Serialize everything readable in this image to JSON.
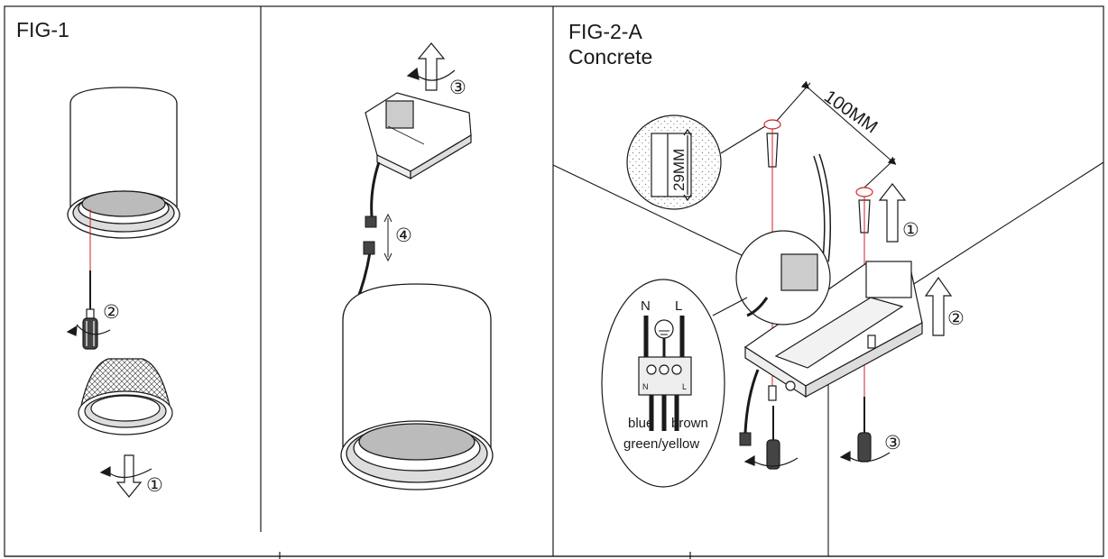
{
  "fig1": {
    "title": "FIG-1",
    "steps": [
      "①",
      "②"
    ]
  },
  "fig1b": {
    "steps": [
      "③",
      "④"
    ]
  },
  "fig2": {
    "title": "FIG-2-A",
    "subtitle": "Concrete",
    "spacing": "100MM",
    "depth": "29MM",
    "steps": [
      "①",
      "②",
      "③"
    ],
    "wiring": {
      "n": "N",
      "l": "L",
      "blue": "blue",
      "brown": "brown",
      "green_yellow": "green/yellow",
      "term_n": "N",
      "term_l": "L"
    }
  },
  "colors": {
    "line": "#1a1a1a",
    "guide": "#d0202a",
    "stipple": "#888888"
  }
}
